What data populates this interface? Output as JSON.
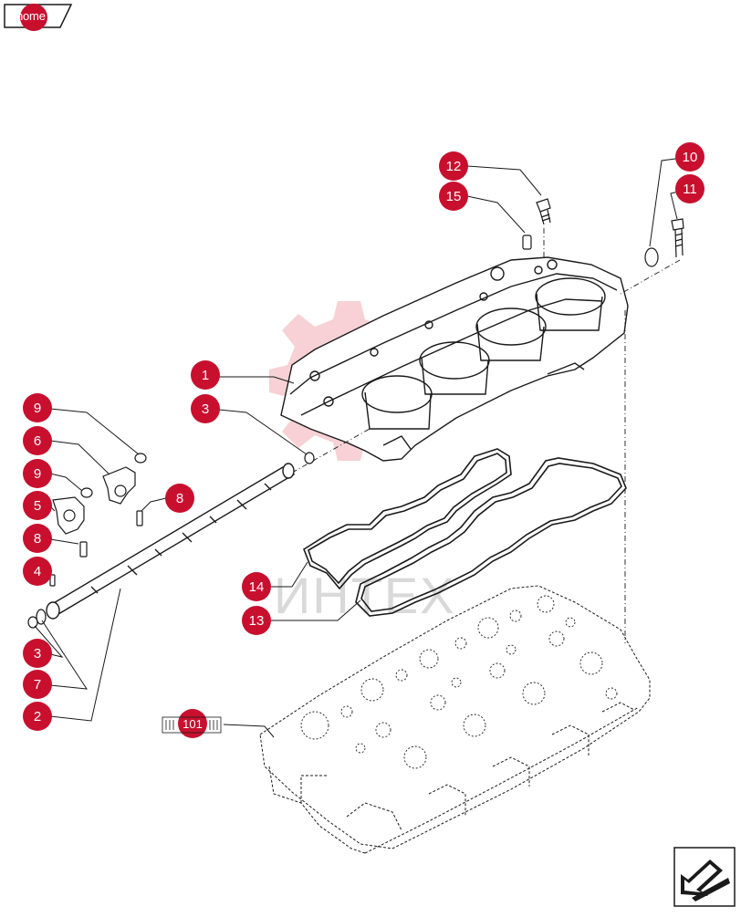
{
  "nav": {
    "home_label": "home",
    "home_icon": "home-tab-icon",
    "next_icon": "next-page-arrow-icon"
  },
  "watermark": {
    "text": "ИНТЕХ"
  },
  "callouts": [
    {
      "id": "c12",
      "label": "12"
    },
    {
      "id": "c15",
      "label": "15"
    },
    {
      "id": "c10",
      "label": "10"
    },
    {
      "id": "c11",
      "label": "11"
    },
    {
      "id": "c1",
      "label": "1"
    },
    {
      "id": "c3a",
      "label": "3"
    },
    {
      "id": "c9a",
      "label": "9"
    },
    {
      "id": "c6",
      "label": "6"
    },
    {
      "id": "c9b",
      "label": "9"
    },
    {
      "id": "c8a",
      "label": "8"
    },
    {
      "id": "c5",
      "label": "5"
    },
    {
      "id": "c8b",
      "label": "8"
    },
    {
      "id": "c4",
      "label": "4"
    },
    {
      "id": "c14",
      "label": "14"
    },
    {
      "id": "c13",
      "label": "13"
    },
    {
      "id": "c3b",
      "label": "3"
    },
    {
      "id": "c7",
      "label": "7"
    },
    {
      "id": "c2",
      "label": "2"
    },
    {
      "id": "c101",
      "label": "101"
    }
  ],
  "colors": {
    "callout": "#c8102e",
    "callout_text": "#ffffff",
    "line": "#1a1a1a",
    "watermark": "#f4c2c8"
  }
}
